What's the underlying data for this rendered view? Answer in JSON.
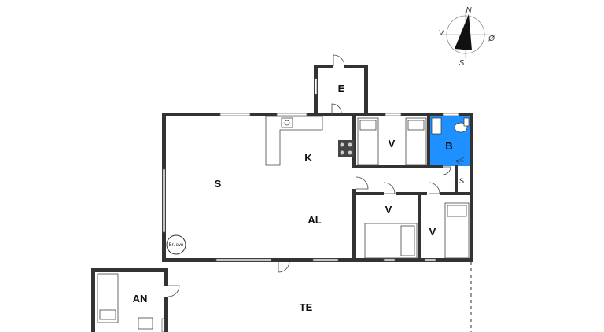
{
  "rooms": {
    "entry": "E",
    "kitchen": "K",
    "living": "S",
    "alcove": "AL",
    "bedroom_top": "V",
    "bathroom": "B",
    "storage": "S",
    "bedroom_mid": "V",
    "bedroom_right": "V",
    "annex": "AN",
    "terrace": "TE"
  },
  "stove_label": "Br. ovn",
  "compass": {
    "north": "N",
    "south": "S",
    "west": "V",
    "east": "Ø"
  },
  "colors": {
    "wall": "#333333",
    "bathroom": "#1e90ff",
    "background": "#ffffff"
  }
}
